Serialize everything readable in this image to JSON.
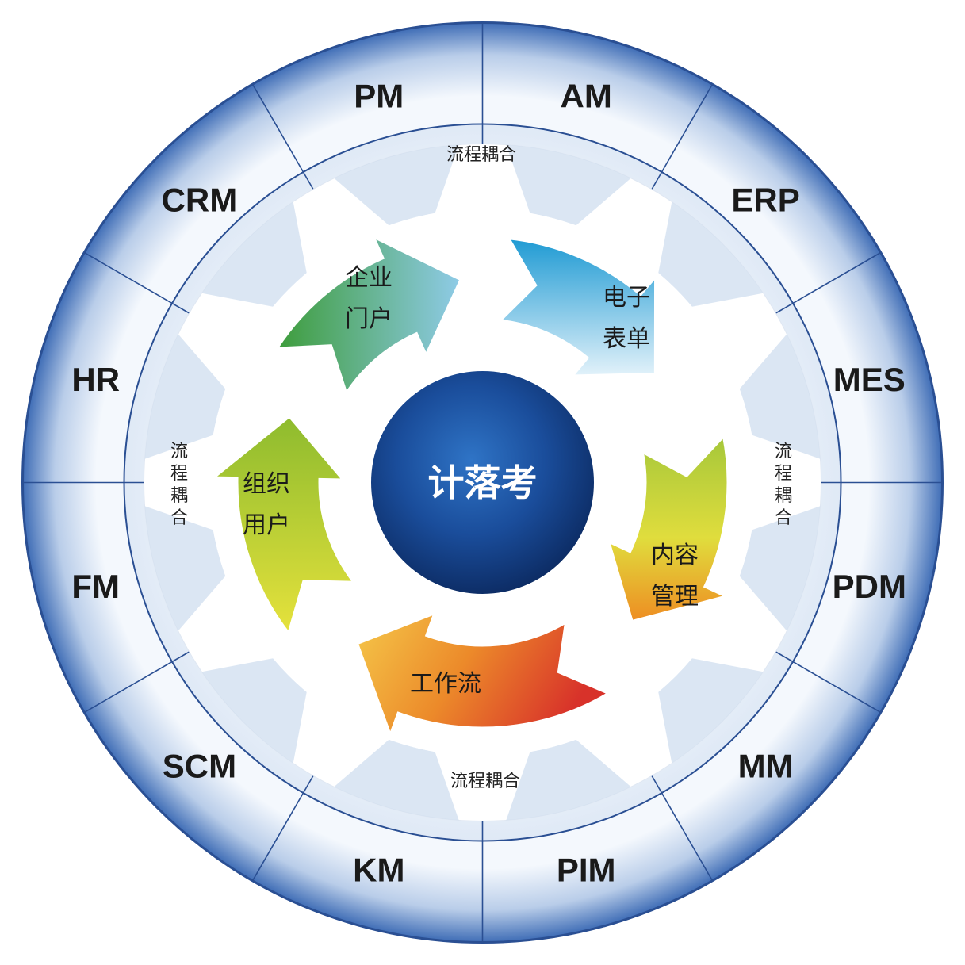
{
  "center": {
    "title": "计落考"
  },
  "systems": [
    "AM",
    "ERP",
    "MES",
    "PDM",
    "MM",
    "PIM",
    "KM",
    "SCM",
    "FM",
    "HR",
    "CRM",
    "PM"
  ],
  "modules": [
    {
      "line1": "电子",
      "line2": "表单"
    },
    {
      "line1": "内容",
      "line2": "管理"
    },
    {
      "line1": "工作流",
      "line2": ""
    },
    {
      "line1": "组织",
      "line2": "用户"
    },
    {
      "line1": "企业",
      "line2": "门户"
    }
  ],
  "coupling": {
    "top": "流程耦合",
    "bottom": "流程耦合",
    "left": "流程耦合",
    "right": "流程耦合"
  },
  "colors": {
    "outer_ring_light": "#dfe9f6",
    "outer_ring_dark": "#3f6db6",
    "ring_border": "#2a4f93",
    "center_light": "#2f74c6",
    "center_dark": "#0d2d66",
    "portal": "#3d9c3a",
    "form": "#2aa3d6",
    "content": "#b7cf35",
    "workflow": "#e8582a",
    "users": "#8dbb2e"
  }
}
